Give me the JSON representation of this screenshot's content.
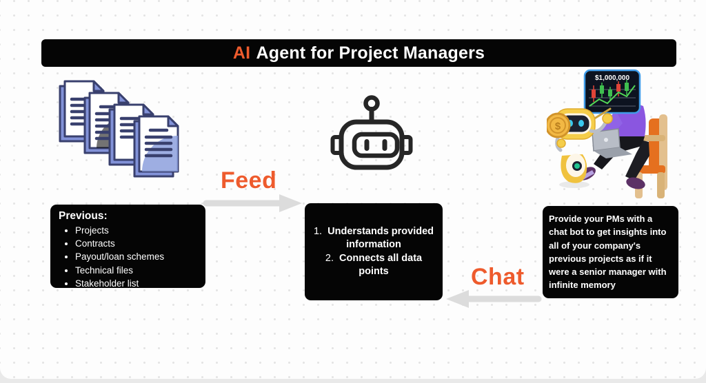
{
  "title": {
    "highlight": "AI",
    "rest": "Agent for Project Managers"
  },
  "colors": {
    "accent_orange": "#ee5b2d",
    "panel_black": "#050505",
    "arrow_gray": "#dcdcdc"
  },
  "left_panel": {
    "heading": "Previous:",
    "items": [
      "Projects",
      "Contracts",
      "Payout/loan schemes",
      "Technical files",
      "Stakeholder list"
    ]
  },
  "center_panel": {
    "items": [
      "Understands provided information",
      "Connects all data points"
    ]
  },
  "right_panel": {
    "text": "Provide your PMs with a chat bot to get insights into all of your company's previous projects as if it were a senior manager with infinite memory"
  },
  "flow": {
    "feed_label": "Feed",
    "chat_label": "Chat"
  },
  "right_illustration": {
    "screen_value": "$1,000,000",
    "coin_symbol": "$"
  }
}
